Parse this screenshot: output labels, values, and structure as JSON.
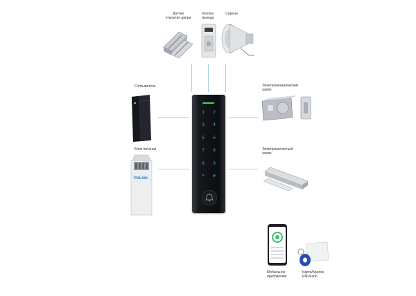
{
  "labels": {
    "door_sensor": "Датчик\nоткрытия двери",
    "exit_button": "Кнопка\nвыхода",
    "siren": "Сирена",
    "reader": "Считыватель",
    "power_supply": "Блок питания",
    "electromech_lock": "Электромеханический\nзамок",
    "magnetic_lock": "Электромагнитный\nзамок",
    "mobile_app": "Мобильное\nприложение",
    "cards": "Карта/Брелок\nEM-Marin"
  },
  "keypad": {
    "keys": [
      "1",
      "2",
      "3",
      "4",
      "5",
      "6",
      "7",
      "8",
      "9",
      "0",
      "*",
      "#"
    ]
  },
  "power_brand": "PoLink",
  "colors": {
    "connector": "#a9cfe6",
    "key_glow": "#35a8ff",
    "status_led": "#34d86a"
  }
}
